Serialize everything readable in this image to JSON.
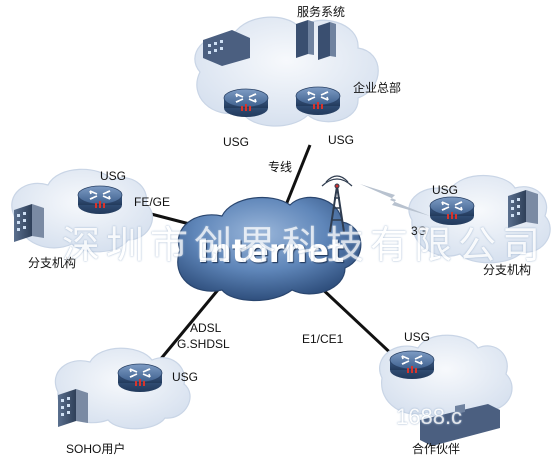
{
  "nodes": {
    "hq": {
      "title": "企业总部",
      "service": "服务系统",
      "fw_left": "USG",
      "fw_right": "USG"
    },
    "branch_left": {
      "name": "分支机构",
      "fw": "USG"
    },
    "branch_right": {
      "name": "分支机构",
      "fw": "USG"
    },
    "soho": {
      "name": "SOHO用户",
      "fw": "USG"
    },
    "partner": {
      "name": "合作伙伴",
      "fw": "USG"
    },
    "internet": {
      "label": "Internet"
    }
  },
  "links": {
    "hq": "专线",
    "branch_left": "FE/GE",
    "branch_right": "3G",
    "soho_line1": "ADSL",
    "soho_line2": "G.SHDSL",
    "partner": "E1/CE1"
  },
  "watermark": {
    "main": "深圳市创界科技有限公司",
    "corner": "1688.c"
  },
  "colors": {
    "cloud": "#e7edf6",
    "cloud_edge": "#c9d5e6",
    "internet_cloud": "#5f86b9",
    "router": "#4d6f9c",
    "line": "#111111"
  }
}
